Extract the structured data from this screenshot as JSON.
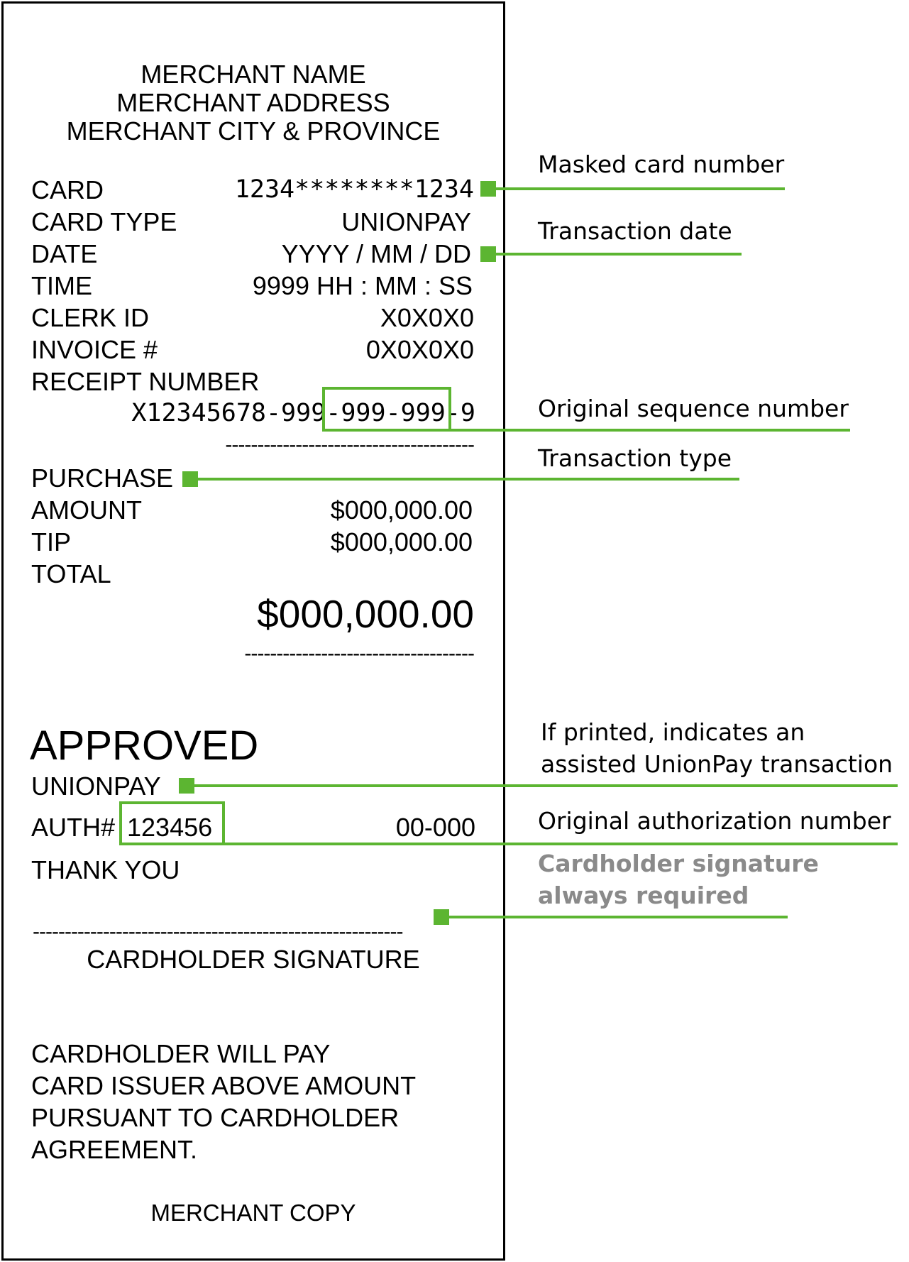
{
  "merchant": {
    "name": "MERCHANT NAME",
    "address": "MERCHANT ADDRESS",
    "city": "MERCHANT CITY & PROVINCE"
  },
  "rows": {
    "card": {
      "label": "CARD",
      "value": "1234********1234"
    },
    "card_type": {
      "label": "CARD TYPE",
      "value": "UNIONPAY"
    },
    "date": {
      "label": "DATE",
      "value": "YYYY / MM / DD"
    },
    "time": {
      "label": "TIME",
      "value": "9999 HH : MM : SS"
    },
    "clerk": {
      "label": "CLERK ID",
      "value": "X0X0X0"
    },
    "invoice": {
      "label": "INVOICE #",
      "value": "0X0X0X0"
    },
    "receipt": {
      "label": "RECEIPT NUMBER",
      "value": "X12345678-999-999-999-9"
    }
  },
  "transaction": {
    "type": "PURCHASE",
    "amount_label": "AMOUNT",
    "amount": "$000,000.00",
    "tip_label": "TIP",
    "tip": "$000,000.00",
    "total_label": "TOTAL",
    "total": "$000,000.00"
  },
  "status": {
    "approved": "APPROVED",
    "network": "UNIONPAY",
    "auth_label": "AUTH#",
    "auth_number": "123456",
    "auth_code": "00-000",
    "thank_you": "THANK YOU"
  },
  "signature_label": "CARDHOLDER SIGNATURE",
  "agreement": [
    "CARDHOLDER WILL PAY",
    "CARD ISSUER ABOVE AMOUNT",
    "PURSUANT TO CARDHOLDER",
    "AGREEMENT."
  ],
  "copy_label": "MERCHANT COPY",
  "annotations": {
    "masked_card": "Masked card number",
    "transaction_date": "Transaction date",
    "sequence": "Original sequence number",
    "transaction_type": "Transaction type",
    "assisted_line1": "If printed, indicates an",
    "assisted_line2": "assisted UnionPay transaction",
    "authorization": "Original authorization number",
    "signature_line1": "Cardholder signature",
    "signature_line2": "always required"
  },
  "colors": {
    "accent": "#5cb531",
    "note_grey": "#8a8a8a",
    "text": "#000000"
  }
}
